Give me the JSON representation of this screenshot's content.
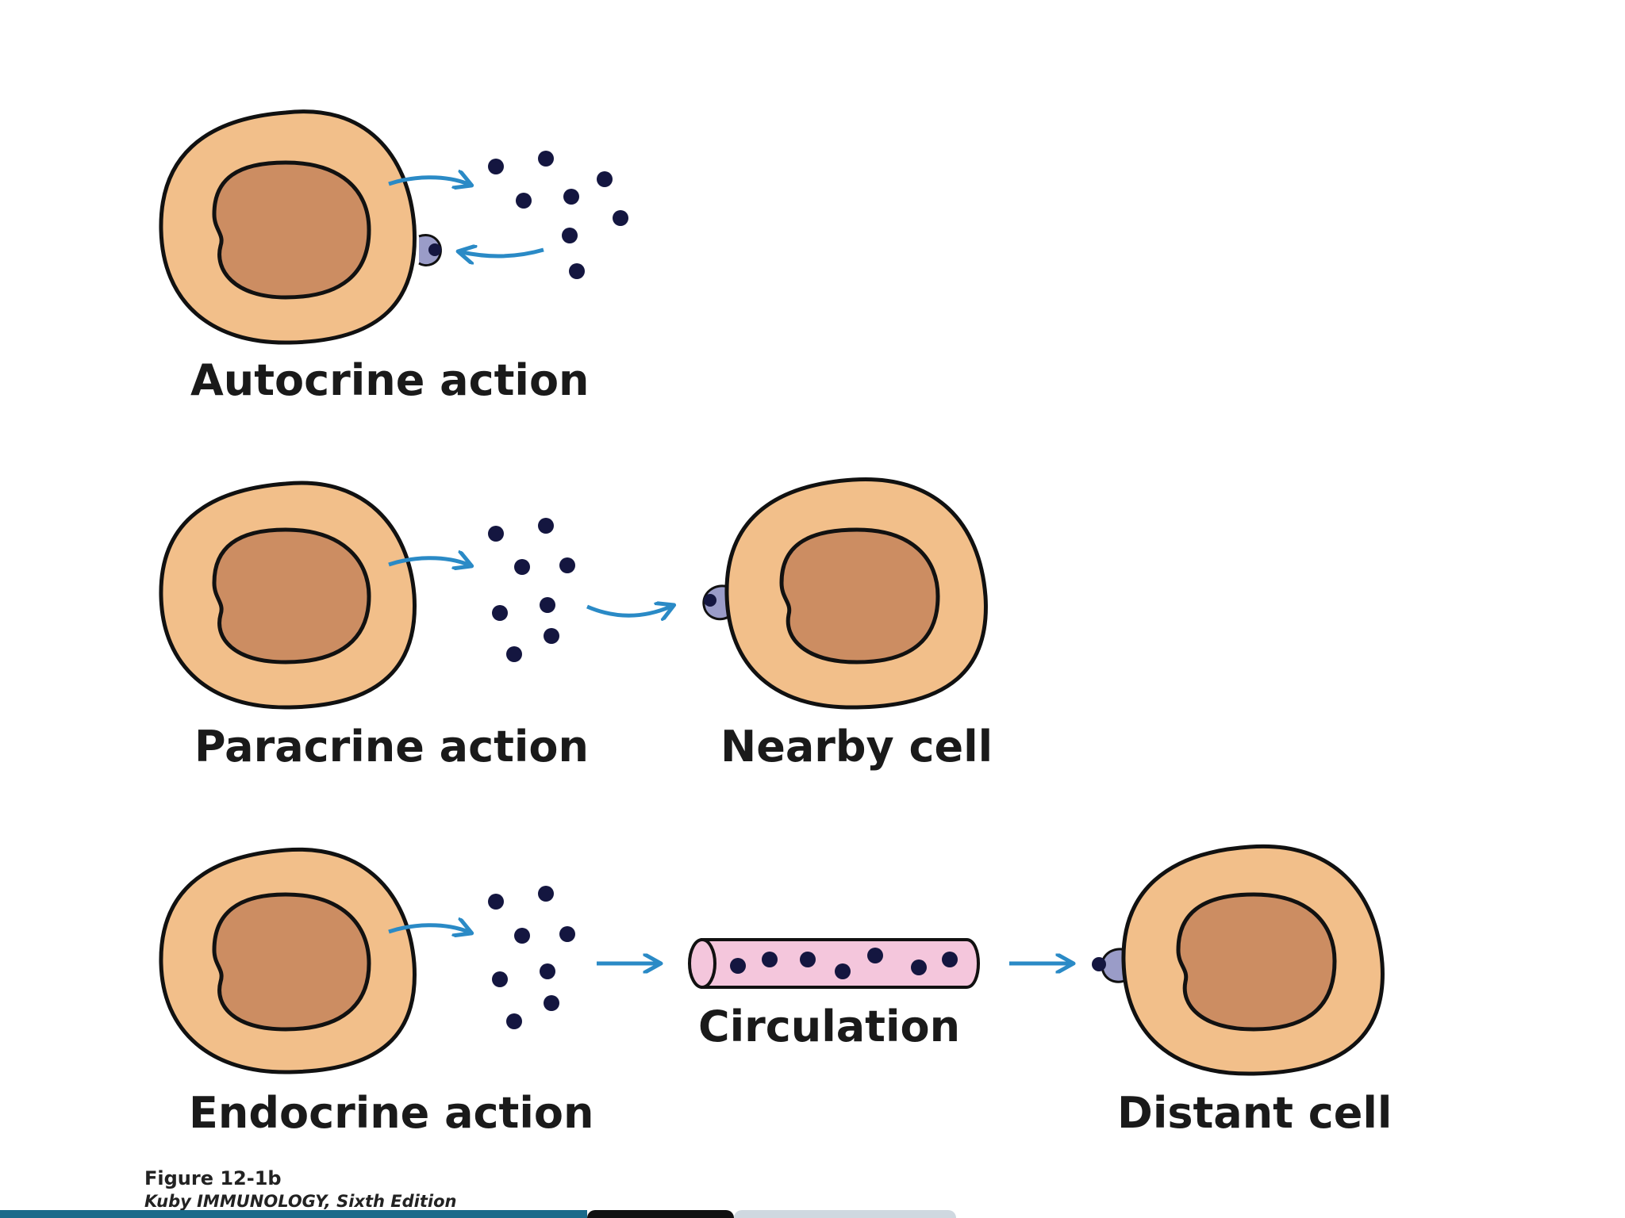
{
  "labels": {
    "autocrine": "Autocrine action",
    "paracrine": "Paracrine action",
    "nearby": "Nearby cell",
    "endocrine": "Endocrine action",
    "circulation": "Circulation",
    "distant": "Distant cell"
  },
  "caption": {
    "figure": "Figure 12-1b",
    "source": "Kuby IMMUNOLOGY, Sixth Edition"
  },
  "colors": {
    "cell_cytoplasm": "#F2BF8A",
    "cell_nucleus": "#CC8D62",
    "outline": "#111111",
    "arrow": "#2A8AC6",
    "molecule": "#141640",
    "receptor": "#9A9CC8",
    "vessel": "#F4C6DC"
  },
  "icons": {
    "arrow": "arrow-right-icon",
    "receptor": "receptor-icon",
    "molecule": "signal-molecule-icon"
  }
}
